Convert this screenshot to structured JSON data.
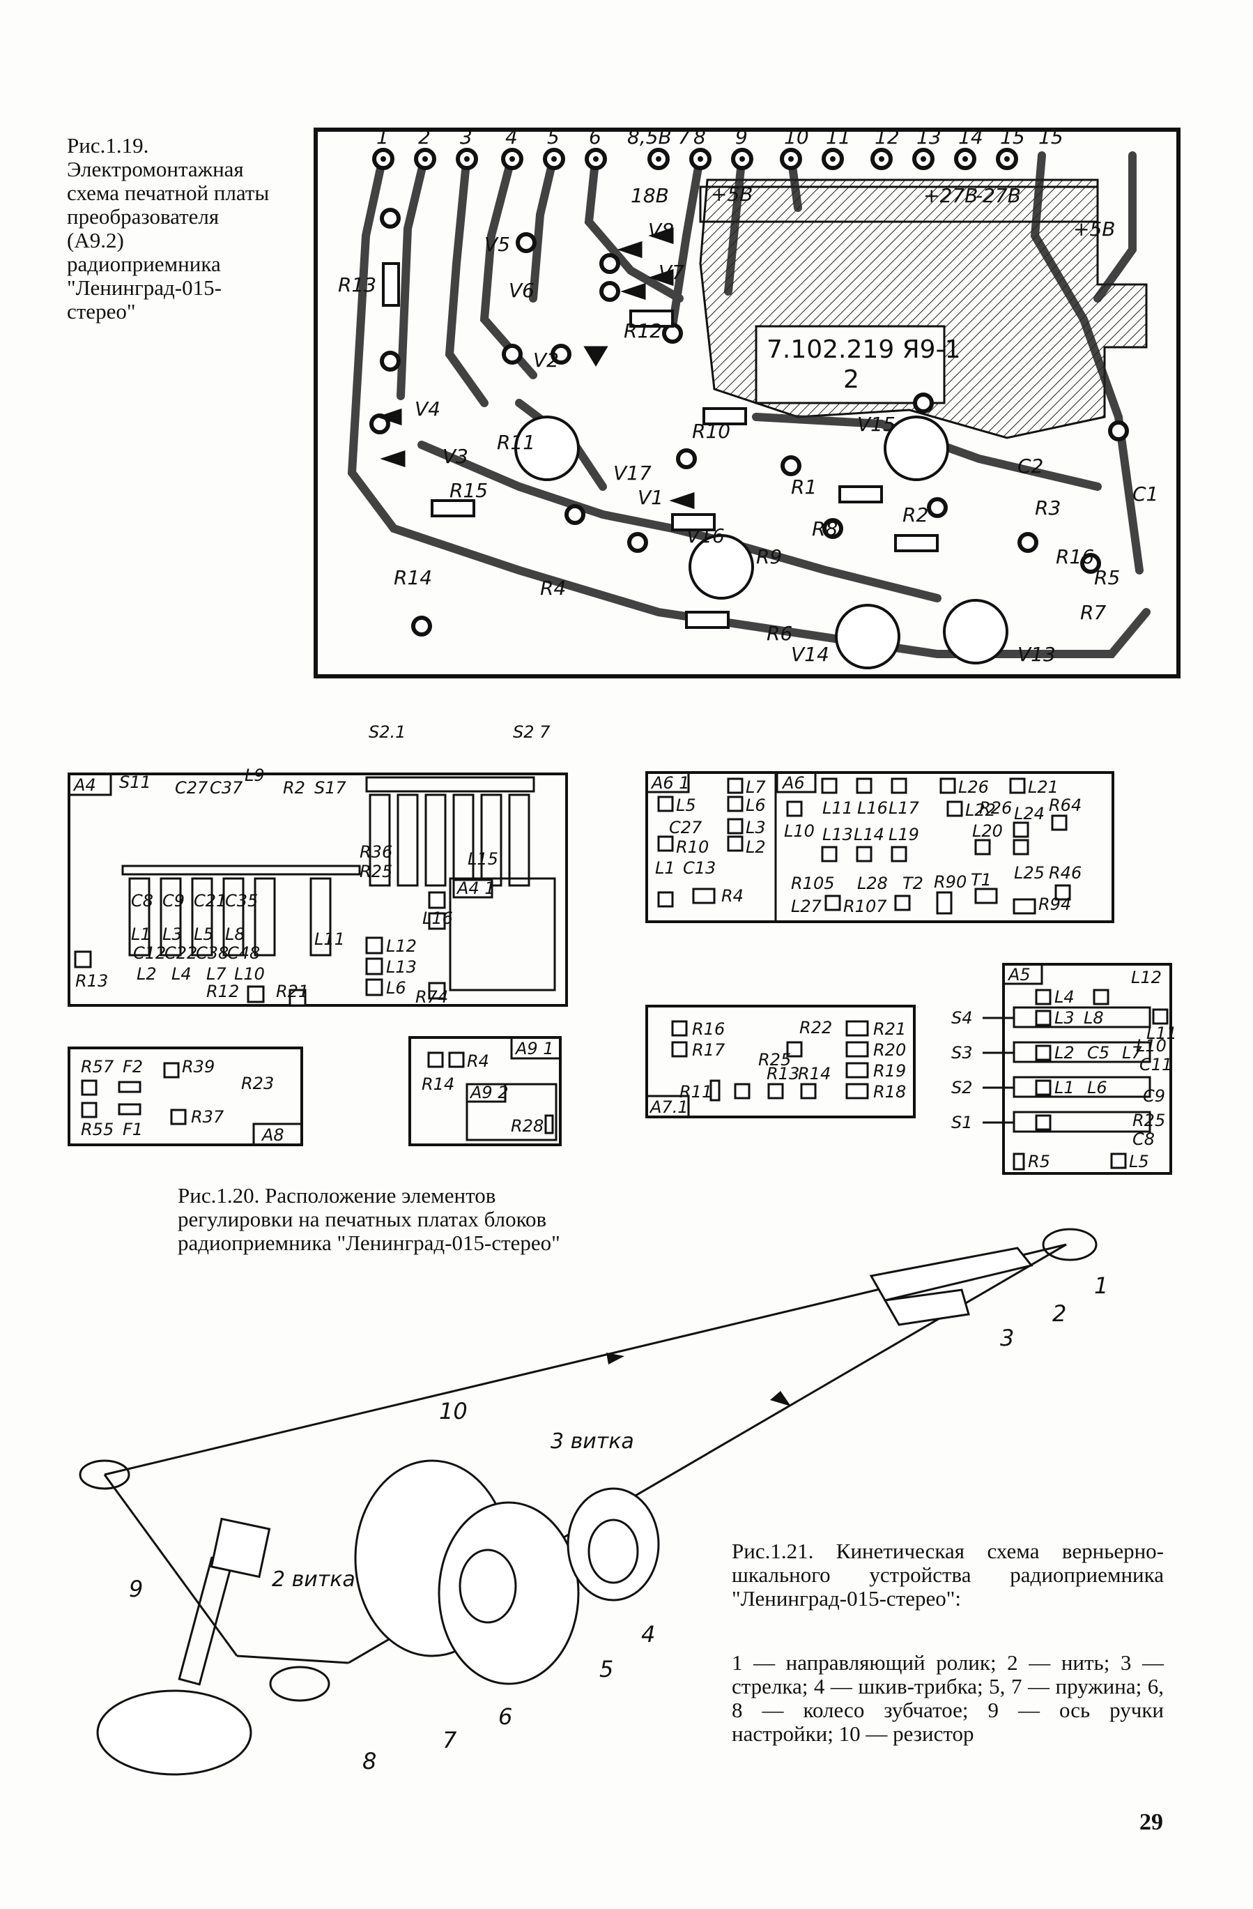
{
  "fig19": {
    "caption": "Рис.1.19. Электромонтажная схема печатной платы преобразователя (А9.2) радиоприемника \"Ленинград-015-стерео\"",
    "pins": [
      "1",
      "2",
      "3",
      "4",
      "5",
      "6",
      "8,5В 7",
      "8",
      "9",
      "10",
      "11",
      "12",
      "13",
      "14",
      "15"
    ],
    "labels": [
      "+5В",
      "18В",
      "+27В",
      "-27В",
      "+5В",
      "R13",
      "V5",
      "V6",
      "V8",
      "V7",
      "R12",
      "V2",
      "V4",
      "V3",
      "R11",
      "R10",
      "V17",
      "V15",
      "R15",
      "V1",
      "C2",
      "R1",
      "R2",
      "R3",
      "C1",
      "R8",
      "V16",
      "R14",
      "R4",
      "R9",
      "R16",
      "R5",
      "R6",
      "R7",
      "V14",
      "V13",
      "15"
    ],
    "board_code_line1": "7.102.219 Я9-1",
    "board_code_line2": "2"
  },
  "fig20": {
    "caption": "Рис.1.20. Расположение элементов регулировки на печатных платах блоков радиоприемника \"Ленинград-015-стерео\"",
    "a4": {
      "name": "А4",
      "top_labels": [
        "S2.1",
        "S2 7"
      ],
      "labels": [
        "S11",
        "C27",
        "C37",
        "L9",
        "R2",
        "S17",
        "R36",
        "R25",
        "L15",
        "C8",
        "C9",
        "C21",
        "C35",
        "L1",
        "L3",
        "L5",
        "L8",
        "L11",
        "L16",
        "R13",
        "C12",
        "C22",
        "C38",
        "C48",
        "L12",
        "L2",
        "L4",
        "L7",
        "L10",
        "R21",
        "L13",
        "R12",
        "L6",
        "R74"
      ],
      "sub_name": "А4 1"
    },
    "a6": {
      "name": "А6",
      "sub_name": "А6 1",
      "labels": [
        "L7",
        "L5",
        "L6",
        "C27",
        "L3",
        "R10",
        "L2",
        "L1",
        "C13",
        "R4",
        "L10",
        "L11",
        "L16",
        "L17",
        "L26",
        "L21",
        "L22",
        "R26",
        "L24",
        "R64",
        "L13",
        "L14",
        "L19",
        "L20",
        "R105",
        "L28",
        "T2",
        "R90",
        "T1",
        "L25",
        "R46",
        "L27",
        "R107",
        "R94"
      ]
    },
    "a8": {
      "name": "А8",
      "labels": [
        "R57",
        "F2",
        "R39",
        "R23",
        "R55",
        "F1",
        "R37"
      ]
    },
    "a9": {
      "name": "А9 1",
      "sub_name": "А9 2",
      "labels": [
        "R4",
        "R14",
        "R28"
      ]
    },
    "a7": {
      "name": "А7.1",
      "labels": [
        "R16",
        "R22",
        "R21",
        "R17",
        "R25",
        "R20",
        "R13",
        "R14",
        "R19",
        "R11",
        "R18"
      ]
    },
    "a5": {
      "name": "А5",
      "labels": [
        "S4",
        "S3",
        "S2",
        "S1",
        "L12",
        "L4",
        "L11",
        "L3",
        "L8",
        "L10",
        "C11",
        "L2",
        "C5",
        "L7",
        "C9",
        "L1",
        "L6",
        "R25",
        "C8",
        "R5",
        "L5"
      ]
    }
  },
  "fig21": {
    "caption_title": "Рис.1.21. Кинетическая схема верньерно-шкального устройства радиоприемника \"Ленинград-015-стерео\":",
    "legend": "1 — направляющий ролик; 2 — нить; 3 — стрелка; 4 — шкив-трибка; 5, 7 — пружина; 6, 8 — колесо зубчатое; 9 — ось ручки настройки; 10 — резистор",
    "annotations": {
      "turns3": "3 витка",
      "turns2": "2 витка"
    },
    "numbers": [
      "1",
      "2",
      "3",
      "4",
      "5",
      "6",
      "7",
      "8",
      "9",
      "10"
    ]
  },
  "page_number": "29"
}
